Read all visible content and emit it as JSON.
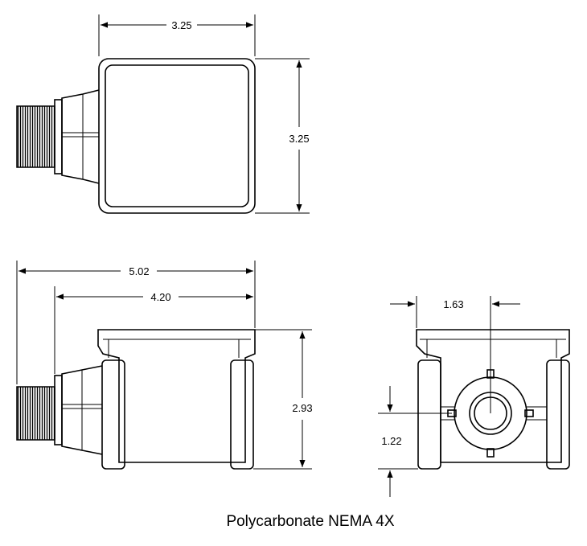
{
  "dimensions": {
    "top_width": "3.25",
    "top_height": "3.25",
    "overall_length": "5.02",
    "body_length": "4.20",
    "body_height": "2.93",
    "port_spacing": "1.63",
    "port_center_height": "1.22"
  },
  "caption": "Polycarbonate NEMA 4X"
}
